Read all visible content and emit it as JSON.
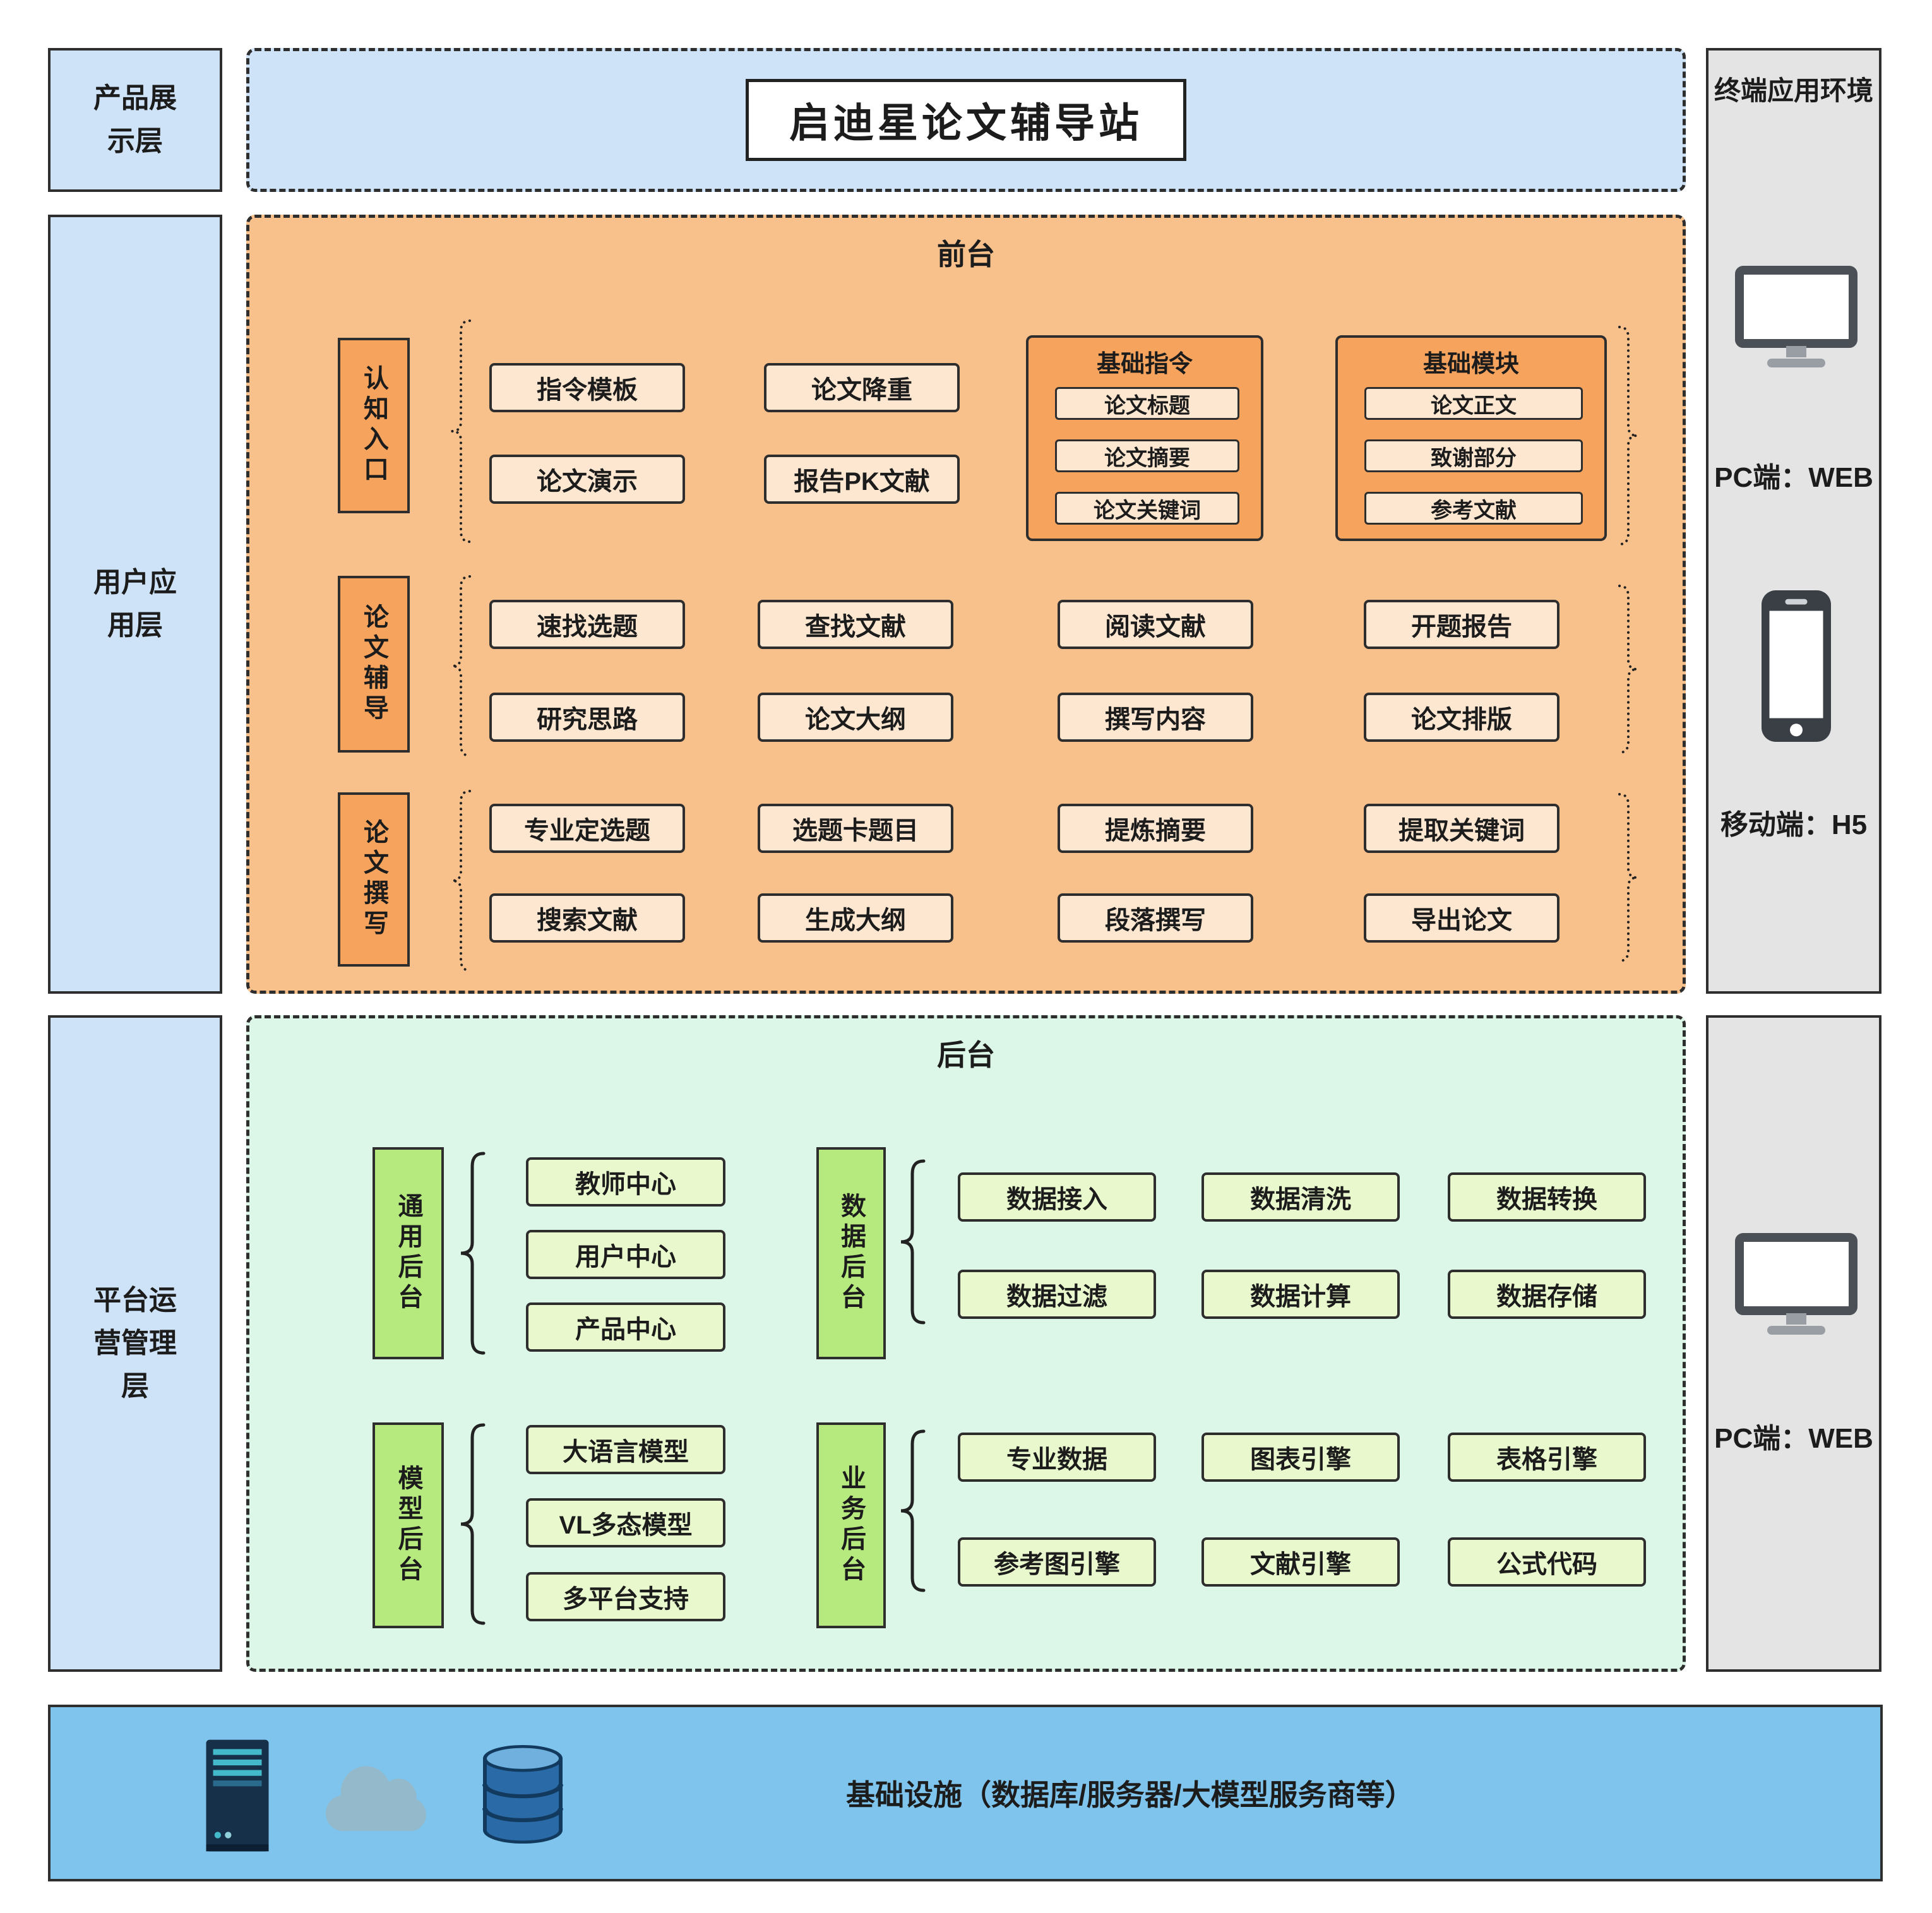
{
  "title": "启迪星论文辅导站",
  "layers": {
    "product": "产品展示层",
    "user": "用户应用层",
    "platform": "平台运营管理层"
  },
  "frontend": {
    "label": "前台",
    "cognition_group": "认知入口",
    "tutoring_group": "论文辅导",
    "writing_group": "论文撰写",
    "row1": [
      "指令模板",
      "论文演示",
      "论文降重",
      "报告PK文献"
    ],
    "base_cmd": {
      "title": "基础指令",
      "items": [
        "论文标题",
        "论文摘要",
        "论文关键词"
      ]
    },
    "base_mod": {
      "title": "基础模块",
      "items": [
        "论文正文",
        "致谢部分",
        "参考文献"
      ]
    },
    "row2": [
      "速找选题",
      "研究思路",
      "查找文献",
      "论文大纲",
      "阅读文献",
      "撰写内容",
      "开题报告",
      "论文排版"
    ],
    "row3": [
      "专业定选题",
      "搜索文献",
      "选题卡题目",
      "生成大纲",
      "提炼摘要",
      "段落撰写",
      "提取关键词",
      "导出论文"
    ]
  },
  "backend": {
    "label": "后台",
    "general": {
      "label": "通用后台",
      "items": [
        "教师中心",
        "用户中心",
        "产品中心"
      ]
    },
    "data": {
      "label": "数据后台",
      "items": [
        "数据接入",
        "数据清洗",
        "数据转换",
        "数据过滤",
        "数据计算",
        "数据存储"
      ]
    },
    "model": {
      "label": "模型后台",
      "items": [
        "大语言模型",
        "VL多态模型",
        "多平台支持"
      ]
    },
    "business": {
      "label": "业务后台",
      "items": [
        "专业数据",
        "图表引擎",
        "表格引擎",
        "参考图引擎",
        "文献引擎",
        "公式代码"
      ]
    }
  },
  "terminal": {
    "title": "终端应用环境",
    "pc_top": "PC端：WEB",
    "mobile": "移动端：H5",
    "pc_bottom": "PC端：WEB"
  },
  "infrastructure": "基础设施（数据库/服务器/大模型服务商等）",
  "icons": {
    "terminal_top": [
      "monitor-icon",
      "phone-icon"
    ],
    "terminal_bottom": [
      "monitor-icon"
    ],
    "infrastructure": [
      "server-icon",
      "cloud-icon",
      "database-icon"
    ]
  },
  "colors": {
    "layer_blue": "#cfe3f8",
    "frontend_bg": "#f8c18c",
    "frontend_accent": "#f6a35d",
    "frontend_item": "#fde7d1",
    "backend_bg": "#dcf7e7",
    "backend_accent": "#b6ea7e",
    "backend_item": "#e9f9cd",
    "infra_bar": "#7fc4ec",
    "terminal_gray": "#e4e4e4",
    "border_dark": "#2e2e2e"
  }
}
